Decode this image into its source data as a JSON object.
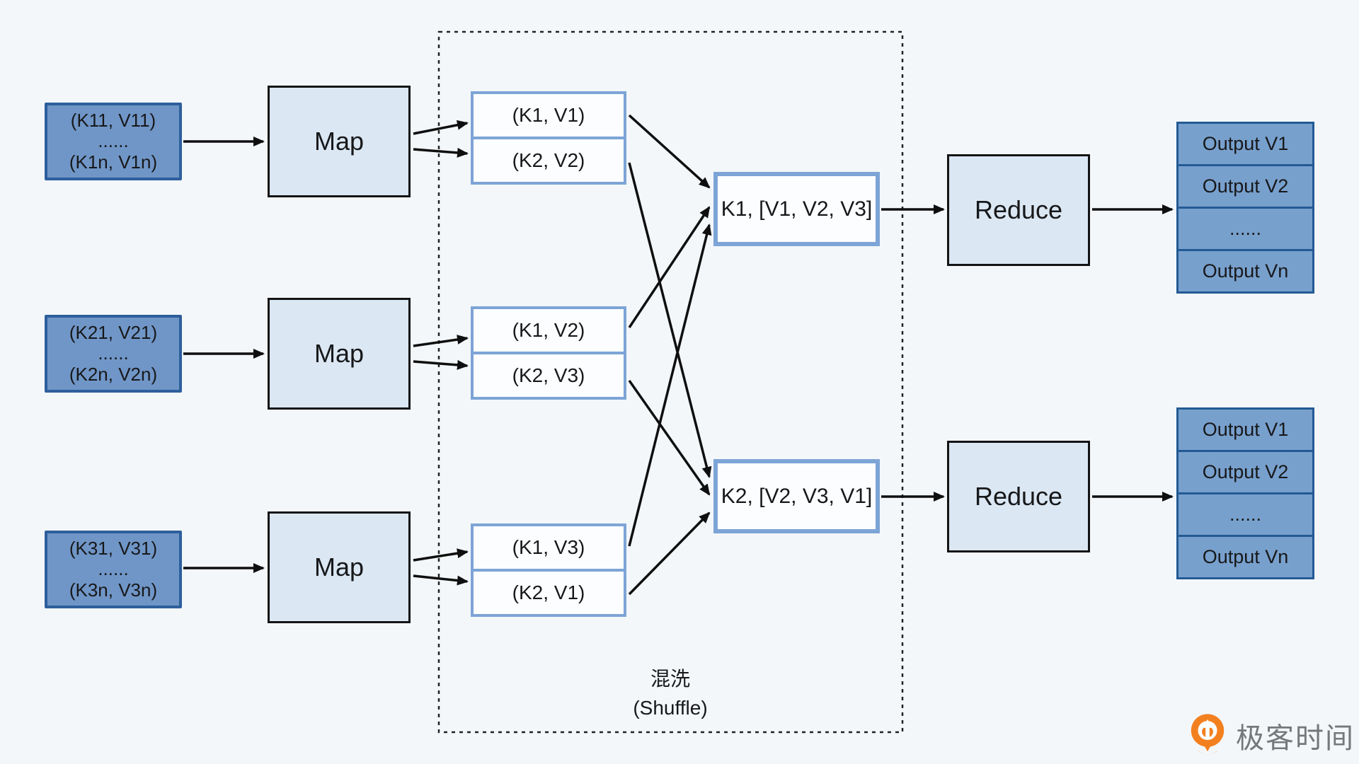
{
  "diagram": {
    "inputs": [
      {
        "line1": "(K11, V11)",
        "dots": "......",
        "line2": "(K1n, V1n)"
      },
      {
        "line1": "(K21, V21)",
        "dots": "......",
        "line2": "(K2n, V2n)"
      },
      {
        "line1": "(K31, V31)",
        "dots": "......",
        "line2": "(K3n, V3n)"
      }
    ],
    "map_label": "Map",
    "reduce_label": "Reduce",
    "pairs": [
      {
        "top": "(K1, V1)",
        "bottom": "(K2, V2)"
      },
      {
        "top": "(K1, V2)",
        "bottom": "(K2, V3)"
      },
      {
        "top": "(K1, V3)",
        "bottom": "(K2, V1)"
      }
    ],
    "aggregates": [
      {
        "label": "K1, [V1, V2, V3]"
      },
      {
        "label": "K2, [V2, V3, V1]"
      }
    ],
    "outputs": [
      {
        "cells": [
          "Output V1",
          "Output V2",
          "......",
          "Output Vn"
        ]
      },
      {
        "cells": [
          "Output V1",
          "Output V2",
          "......",
          "Output Vn"
        ]
      }
    ],
    "shuffle_label_zh": "混洗",
    "shuffle_label_en": "(Shuffle)"
  },
  "branding": {
    "logo_text": "极客时间"
  },
  "colors": {
    "bg": "#f3f7fa",
    "dark-fill": "#7096c7",
    "dark-border": "#2e5f9c",
    "light-fill": "#dbe7f3",
    "light-border": "#141414",
    "cell-fill": "#fbfdff",
    "cell-border": "#7da4d6",
    "out-fill": "#78a0cd",
    "out-border": "#235a94",
    "line": "#0f0f0f",
    "text": "#17181a",
    "logo-orange": "#f3801f",
    "logo-gray": "#76777a"
  }
}
